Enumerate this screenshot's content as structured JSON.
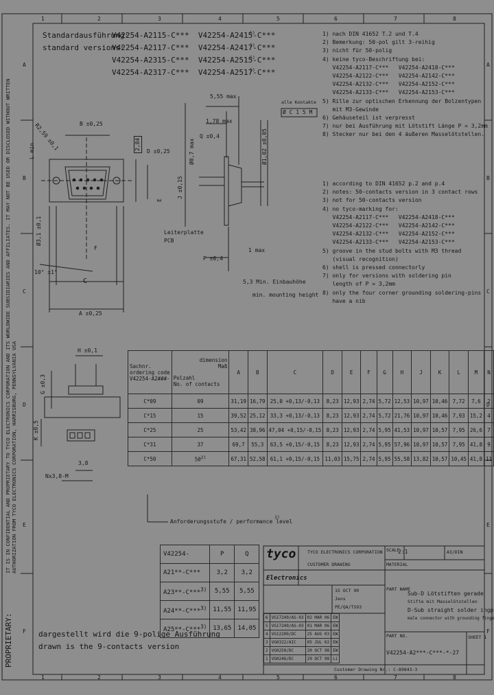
{
  "grid": {
    "cols": [
      "1",
      "2",
      "3",
      "4",
      "5",
      "6",
      "7",
      "8"
    ],
    "rows": [
      "A",
      "B",
      "C",
      "D",
      "E",
      "F"
    ]
  },
  "side_text": "IT IS IN CONFIDENTIAL AND PROPRIETARY TO TYCO ELECTRONICS CORPORATION AND ITS WORLDWIDE SUBSIDIARIES AND AFFILIATES. IT MAY NOT BE USED OR DISCLOSED WITHOUT WRITTEN AUTHORIZATION FROM TYCO ELECTRONICS CORPORATION, HARRISBURG, PENNSYLVANIA USA",
  "proprietary": "PROPRIETARY:",
  "versions": {
    "label_de": "Standardausführung:",
    "label_en": "standard versions:",
    "lines": [
      "V42254-A2115-C***  V42254-A2415-C***",
      "V42254-A2117-C***  V42254-A2417-C***",
      "V42254-A2315-C***  V42254-A2515-C***",
      "V42254-A2317-C***  V42254-A2517-C***"
    ],
    "sup": "5)"
  },
  "notes_de": [
    "1) nach DIN 41652 T.2 und T.4",
    "2) Bemerkung: 50-pol gilt 3-reihig",
    "3) nicht für 50-polig",
    "4) keine tyco-Beschriftung bei:",
    "   V42254-A2117-C***   V42254-A2418-C***",
    "   V42254-A2122-C***   V42254-A2142-C***",
    "   V42254-A2132-C***   V42254-A2152-C***",
    "   V42254-A2133-C***   V42254-A2153-C***",
    "5) Rille zur optischen Erkennung der Bolzentypen",
    "   mit M3-Gewinde",
    "6) Gehäuseteil ist verpresst",
    "7) nur bei Ausführung mit Lötstift Länge P = 3,2mm",
    "8) Stecker nur bei den 4 äußeren Masselötstellen."
  ],
  "notes_en": [
    "1) according to DIN 41652 p.2 and p.4",
    "2) notes: 50-contacts version in 3 contact rows",
    "3) not for 50-contacts version",
    "4) no tyco-marking for:",
    "   V42254-A2117-C***   V42254-A2418-C***",
    "   V42254-A2122-C***   V42254-A2142-C***",
    "   V42254-A2132-C***   V42254-A2152-C***",
    "   V42254-A2133-C***   V42254-A2153-C***",
    "5) groove in the stud bolts with M3 thread",
    "   (visual recognition)",
    "6) shell is pressed connectorly",
    "7) only for versions with soldering pin",
    "   length of P = 3,2mm",
    "8) only the four corner grounding soldering-pins",
    "   have a nib"
  ],
  "drawing": {
    "dim_B": "B ±0,25",
    "dim_D": "D ±0,25",
    "dim_284": "2,84",
    "dim_R": "R2,59 ±0,1",
    "dim_L": "L min",
    "dim_phi3": "Ø3,1 ±0,1",
    "dim_E": "E",
    "dim_F": "F",
    "dim_C": "C",
    "dim_A": "A ±0,25",
    "angle": "10° ±1°",
    "dim_555": "5,55 max",
    "dim_178": "1,78 max",
    "dim_Q": "Q ±0,4",
    "dim_phi07": "Ø0,7 max",
    "dim_phi102": "Ø1,02 ±0,05",
    "dim_J": "J ±0,15",
    "tol_box": "alle Kontakte",
    "tol_val": "Ø C 1 5 M",
    "pcb_de": "Leiterplatte",
    "pcb_en": "PCB",
    "one_max": "1 max",
    "dim_P": "P ±0,4",
    "mount_de": "5,3 Min. Einbauhöhe",
    "mount_en": "min. mounting height",
    "dim_H": "H ±0,1",
    "dim_G": "G ±0,3",
    "dim_K": "K ±0,5",
    "dim_38": "3,8",
    "dim_Nx": "Nx3,8-M",
    "perf_label": "Anforderungsstufe / performance level",
    "perf_sup": "1)"
  },
  "dims_table": {
    "hdr_sachnr": "Sachnr.\nordering code\nV42254-A2###-",
    "hdr_polzahl": "Polzahl\nNo. of contacts",
    "hdr_dim": "dimension\nMaß",
    "letters": [
      "A",
      "B",
      "C",
      "D",
      "E",
      "F",
      "G",
      "H",
      "J",
      "K",
      "L",
      "M",
      "N"
    ],
    "rows": [
      {
        "code": "C*09",
        "n": "09",
        "vals": [
          "31,19",
          "16,79",
          "25,0 +0,13/-0,13",
          "8,23",
          "12,93",
          "2,74",
          "5,72",
          "12,53",
          "10,97",
          "10,46",
          "7,72",
          "7,6",
          "2"
        ]
      },
      {
        "code": "C*15",
        "n": "15",
        "vals": [
          "39,52",
          "25,12",
          "33,3 +0,13/-0,13",
          "8,23",
          "12,93",
          "2,74",
          "5,72",
          "21,76",
          "10,97",
          "10,46",
          "7,93",
          "15,2",
          "4"
        ]
      },
      {
        "code": "C*25",
        "n": "25",
        "vals": [
          "53,42",
          "38,96",
          "47,04 +0,15/-0,15",
          "8,23",
          "12,93",
          "2,74",
          "5,95",
          "41,53",
          "10,97",
          "10,57",
          "7,95",
          "26,6",
          "7"
        ]
      },
      {
        "code": "C*31",
        "n": "37",
        "vals": [
          "69,7",
          "55,3",
          "63,5 +0,15/-0,15",
          "8,23",
          "12,93",
          "2,74",
          "5,95",
          "57,96",
          "10,97",
          "10,57",
          "7,95",
          "41,8",
          "9"
        ]
      },
      {
        "code": "C*50",
        "n": "50",
        "n_sup": "2)",
        "vals": [
          "67,31",
          "52,58",
          "61,1 +0,15/-0,15",
          "11,03",
          "15,75",
          "2,74",
          "5,95",
          "55,58",
          "13,82",
          "10,57",
          "10,45",
          "41,8",
          "11"
        ]
      }
    ]
  },
  "small_table": {
    "head": [
      "V42254-",
      "P",
      "Q"
    ],
    "rows": [
      {
        "code": "A21**-C***",
        "sup": "",
        "p": "3,2",
        "q": "3,2"
      },
      {
        "code": "A23**-C***",
        "sup": "3)",
        "p": "5,55",
        "q": "5,55"
      },
      {
        "code": "A24**-C***",
        "sup": "3)",
        "p": "11,55",
        "q": "11,95"
      },
      {
        "code": "A25**-C***",
        "sup": "3)",
        "p": "13,65",
        "q": "14,05"
      }
    ]
  },
  "footer_note": {
    "de": "dargestellt wird die 9-polige Ausführung",
    "en": "drawn is the 9-contacts version"
  },
  "title_block": {
    "logo": "tyco",
    "logo_sub": "Electronics",
    "company": "TYCO ELECTRONICS CORPORATION",
    "scale_label": "SCALE",
    "scale": "2:1",
    "format": "A3/DIN",
    "customer_drawing": "CUSTOMER DRAWING",
    "material": "MATERIAL",
    "part_name": "PART NAME",
    "name_de1": "Sub-D Lötstiften gerade",
    "name_de2": "Stifte mit Masselötstellen",
    "name_en1": "D-Sub straight solder ingpins",
    "name_en2": "male connector with grounding fingers",
    "part_no_label": "PART NO.",
    "part_no": "V42254-A2***-C***-*-27",
    "sheet": "SHEET 1",
    "rev_rows": [
      [
        "6",
        "VG17240/AS-03",
        "02 MAR 06",
        "EW"
      ],
      [
        "5",
        "VG17240/AS-03",
        "01 MAR 06",
        "EW"
      ],
      [
        "4",
        "VG12200/DC",
        "25 AUG 03",
        "EW"
      ],
      [
        "3",
        "VG0322/AIC",
        "05 JUL 02",
        "EW"
      ],
      [
        "2",
        "VG0250/DC",
        "20 OCT 98",
        "EW"
      ],
      [
        "1",
        "VG0246/DC",
        "29 OCT 98",
        "Li"
      ]
    ],
    "date": "15 OCT 90",
    "drawn": "Jens",
    "check": "PE/QA/TS93",
    "customer_line": "Customer Drawing Nr.: C-89843-3"
  }
}
